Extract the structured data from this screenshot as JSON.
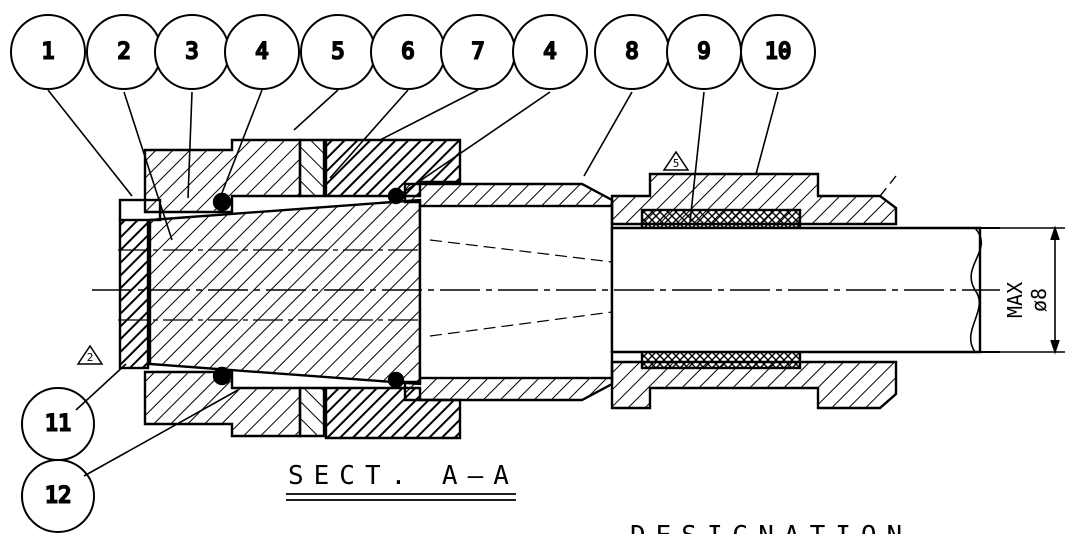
{
  "balloons": [
    "1",
    "2",
    "3",
    "4",
    "5",
    "6",
    "7",
    "4",
    "8",
    "9",
    "10"
  ],
  "balloons_lower": [
    "11",
    "12"
  ],
  "section_title": "SECT. A—A",
  "dimension": {
    "line1": "MAX",
    "line2": "ø8"
  },
  "revision_marks": [
    "2",
    "5"
  ],
  "footer_label": "DESIGNATION"
}
